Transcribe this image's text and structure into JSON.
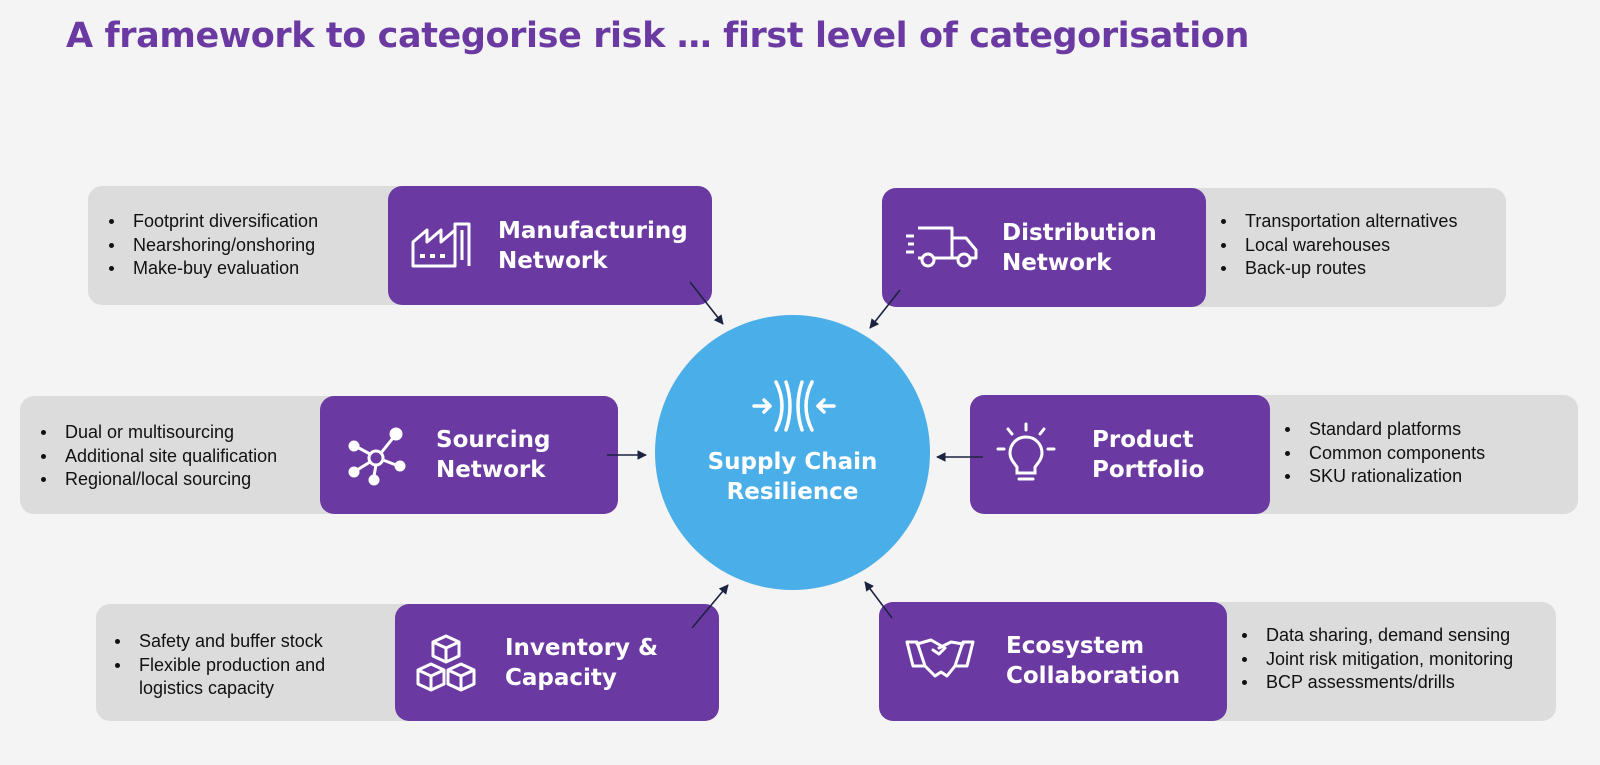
{
  "title": "A framework to categorise risk … first level of categorisation",
  "center": {
    "line1": "Supply Chain",
    "line2": "Resilience",
    "icon": "compress-arrows-icon"
  },
  "colors": {
    "title": "#6a3aa2",
    "box": "#6a3aa2",
    "panel": "#dcdcdc",
    "center": "#4aaee8",
    "arrow": "#1c2340"
  },
  "categories": {
    "manufacturing": {
      "line1": "Manufacturing",
      "line2": "Network",
      "icon": "factory-icon",
      "bullets": [
        "Footprint diversification",
        "Nearshoring/onshoring",
        "Make-buy evaluation"
      ]
    },
    "distribution": {
      "line1": "Distribution",
      "line2": "Network",
      "icon": "truck-icon",
      "bullets": [
        "Transportation alternatives",
        "Local warehouses",
        "Back-up routes"
      ]
    },
    "sourcing": {
      "line1": "Sourcing",
      "line2": "Network",
      "icon": "network-hub-icon",
      "bullets": [
        "Dual or multisourcing",
        "Additional site qualification",
        "Regional/local sourcing"
      ]
    },
    "product": {
      "line1": "Product",
      "line2": "Portfolio",
      "icon": "lightbulb-icon",
      "bullets": [
        "Standard platforms",
        "Common components",
        "SKU rationalization"
      ]
    },
    "inventory": {
      "line1": "Inventory &",
      "line2": "Capacity",
      "icon": "boxes-icon",
      "bullets": [
        "Safety and buffer stock",
        "Flexible production and",
        "logistics capacity"
      ]
    },
    "ecosystem": {
      "line1": "Ecosystem",
      "line2": "Collaboration",
      "icon": "handshake-icon",
      "bullets": [
        "Data sharing, demand sensing",
        "Joint risk mitigation, monitoring",
        "BCP assessments/drills"
      ]
    }
  }
}
